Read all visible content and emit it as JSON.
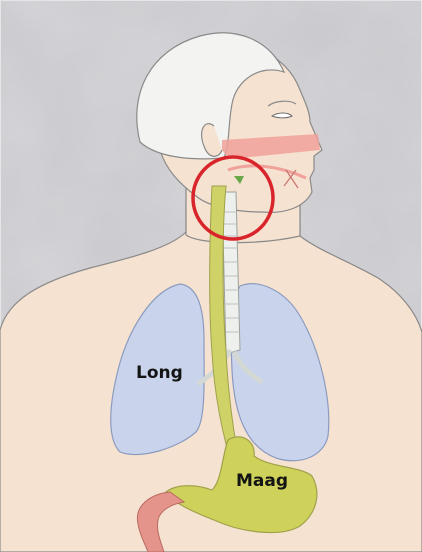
{
  "labels": {
    "lung": "Long",
    "stomach": "Maag"
  },
  "colors": {
    "background_wash": "#c9c9cd",
    "skin": "#f6e2d0",
    "hair": "#f3f3f1",
    "outline": "#8a8a8a",
    "lung_fill": "#c9d4ec",
    "lung_outline": "#8b9bc0",
    "esophagus_fill": "#cfd266",
    "stomach_fill": "#cfd25a",
    "trachea_fill": "#eef0ee",
    "mouth_pink": "#f0a19a",
    "intestine_fill": "#e4948a",
    "highlight_circle": "#d8242a"
  },
  "highlight": {
    "shape": "circle",
    "marks": "throat"
  }
}
